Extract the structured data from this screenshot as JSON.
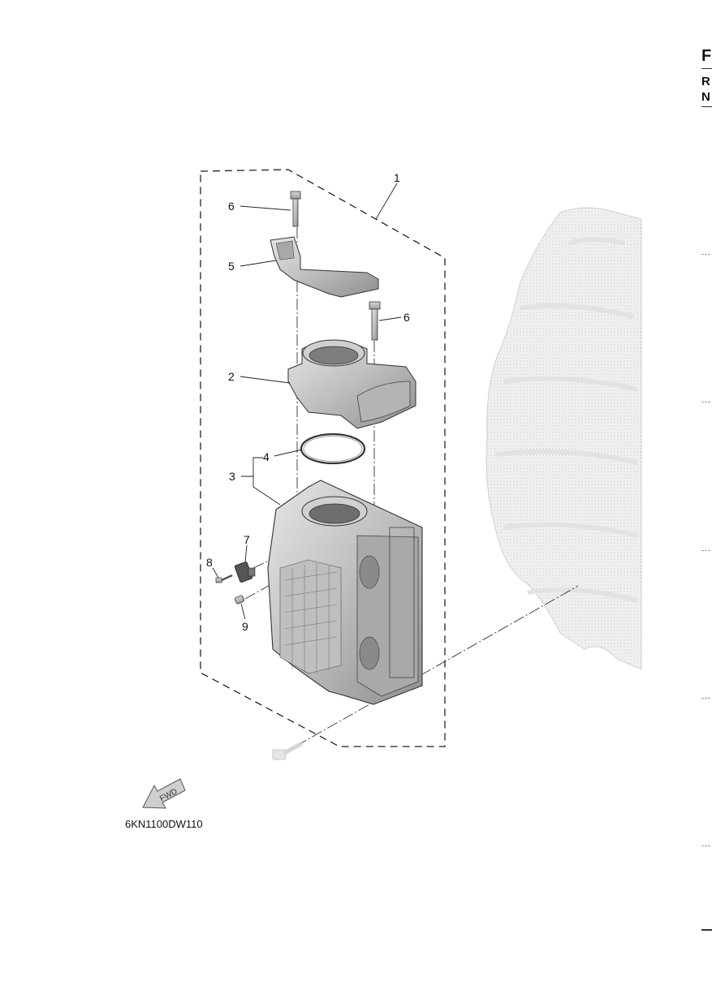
{
  "sidebar": {
    "letters": [
      "F",
      "R",
      "N"
    ],
    "tick": "---"
  },
  "diagram": {
    "code": "6KN1100DW110",
    "fwd_label": "FWD",
    "callouts": {
      "c1": "1",
      "c2": "2",
      "c3": "3",
      "c4": "4",
      "c5": "5",
      "c6a": "6",
      "c6b": "6",
      "c7": "7",
      "c8": "8",
      "c9": "9"
    }
  }
}
